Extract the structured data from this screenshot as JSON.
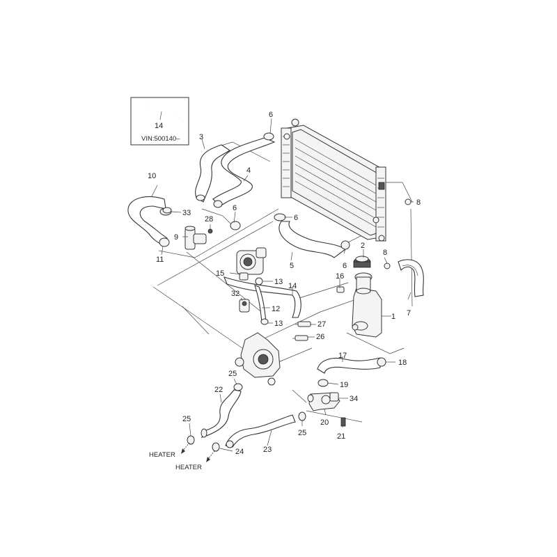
{
  "diagram": {
    "inset": {
      "part": "14",
      "vin": "VIN:500140–"
    },
    "callouts": [
      {
        "id": "c1",
        "text": "1"
      },
      {
        "id": "c2",
        "text": "2"
      },
      {
        "id": "c3",
        "text": "3"
      },
      {
        "id": "c4",
        "text": "4"
      },
      {
        "id": "c5",
        "text": "5"
      },
      {
        "id": "c6a",
        "text": "6"
      },
      {
        "id": "c6b",
        "text": "6"
      },
      {
        "id": "c6c",
        "text": "6"
      },
      {
        "id": "c6d",
        "text": "6"
      },
      {
        "id": "c7",
        "text": "7"
      },
      {
        "id": "c8a",
        "text": "8"
      },
      {
        "id": "c8b",
        "text": "8"
      },
      {
        "id": "c9",
        "text": "9"
      },
      {
        "id": "c10",
        "text": "10"
      },
      {
        "id": "c11",
        "text": "11"
      },
      {
        "id": "c12",
        "text": "12"
      },
      {
        "id": "c13a",
        "text": "13"
      },
      {
        "id": "c13b",
        "text": "13"
      },
      {
        "id": "c14",
        "text": "14"
      },
      {
        "id": "c15",
        "text": "15"
      },
      {
        "id": "c16",
        "text": "16"
      },
      {
        "id": "c17",
        "text": "17"
      },
      {
        "id": "c18",
        "text": "18"
      },
      {
        "id": "c19",
        "text": "19"
      },
      {
        "id": "c20",
        "text": "20"
      },
      {
        "id": "c21",
        "text": "21"
      },
      {
        "id": "c22",
        "text": "22"
      },
      {
        "id": "c23",
        "text": "23"
      },
      {
        "id": "c24",
        "text": "24"
      },
      {
        "id": "c25a",
        "text": "25"
      },
      {
        "id": "c25b",
        "text": "25"
      },
      {
        "id": "c25c",
        "text": "25"
      },
      {
        "id": "c26",
        "text": "26"
      },
      {
        "id": "c27",
        "text": "27"
      },
      {
        "id": "c28",
        "text": "28"
      },
      {
        "id": "c32",
        "text": "32"
      },
      {
        "id": "c33",
        "text": "33"
      },
      {
        "id": "c34",
        "text": "34"
      }
    ],
    "heater_labels": [
      "HEATER",
      "HEATER"
    ]
  }
}
